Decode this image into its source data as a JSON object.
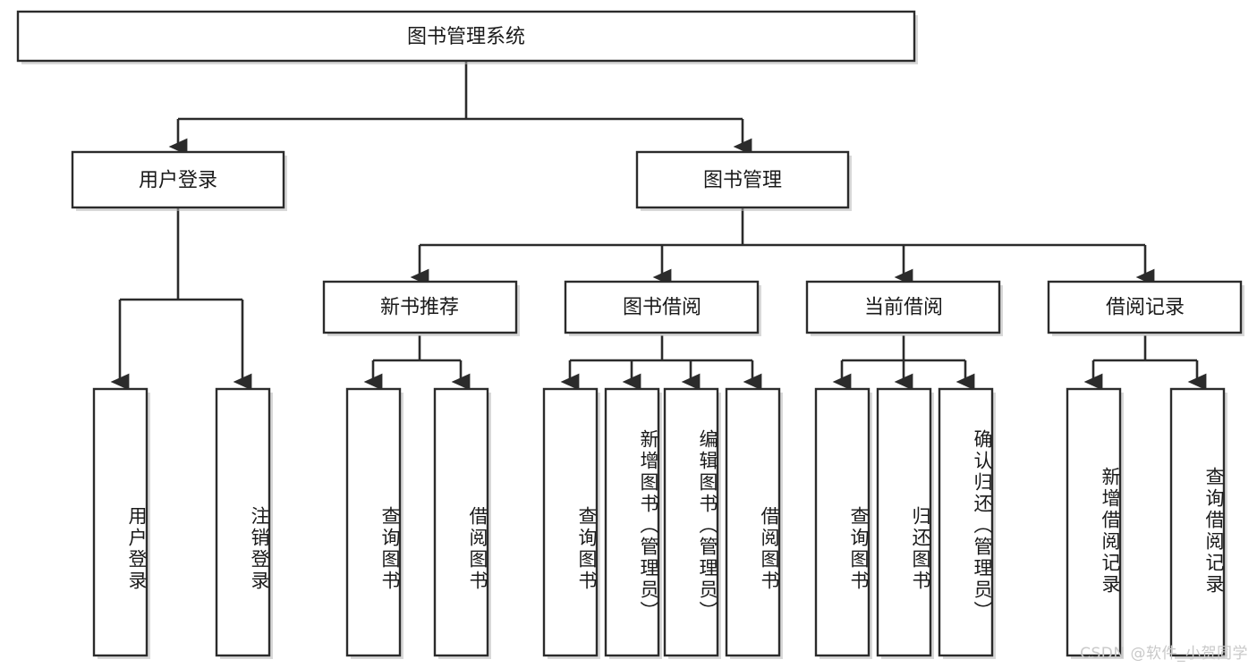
{
  "diagram": {
    "title": "图书管理系统",
    "type": "hierarchy-tree",
    "watermark": "CSDN @软件_小贺同学",
    "levels": {
      "root": {
        "label": "图书管理系统"
      },
      "level2": [
        {
          "id": "user-login",
          "label": "用户登录"
        },
        {
          "id": "book-manage",
          "label": "图书管理"
        }
      ],
      "level3": [
        {
          "id": "new-book-recommend",
          "label": "新书推荐"
        },
        {
          "id": "book-borrow",
          "label": "图书借阅"
        },
        {
          "id": "current-borrow",
          "label": "当前借阅"
        },
        {
          "id": "borrow-record",
          "label": "借阅记录"
        }
      ],
      "leaves": {
        "user-login": [
          {
            "id": "leaf-user-login",
            "label": "用户登录"
          },
          {
            "id": "leaf-logout",
            "label": "注销登录"
          }
        ],
        "new-book-recommend": [
          {
            "id": "leaf-query-book-1",
            "label": "查询图书"
          },
          {
            "id": "leaf-borrow-book-1",
            "label": "借阅图书"
          }
        ],
        "book-borrow": [
          {
            "id": "leaf-query-book-2",
            "label": "查询图书"
          },
          {
            "id": "leaf-add-book",
            "label": "新增图书（管理员）"
          },
          {
            "id": "leaf-edit-book",
            "label": "编辑图书（管理员）"
          },
          {
            "id": "leaf-borrow-book-2",
            "label": "借阅图书"
          }
        ],
        "current-borrow": [
          {
            "id": "leaf-query-book-3",
            "label": "查询图书"
          },
          {
            "id": "leaf-return-book",
            "label": "归还图书"
          },
          {
            "id": "leaf-confirm-return",
            "label": "确认归还（管理员）"
          }
        ],
        "borrow-record": [
          {
            "id": "leaf-add-record",
            "label": "新增借阅记录"
          },
          {
            "id": "leaf-query-record",
            "label": "查询借阅记录"
          }
        ]
      }
    },
    "colors": {
      "box_stroke": "#2b2b2b",
      "box_fill": "#ffffff",
      "connector": "#2b2b2b",
      "text": "#1a1a1a",
      "watermark": "#c9c9c9",
      "background": "#ffffff"
    }
  }
}
